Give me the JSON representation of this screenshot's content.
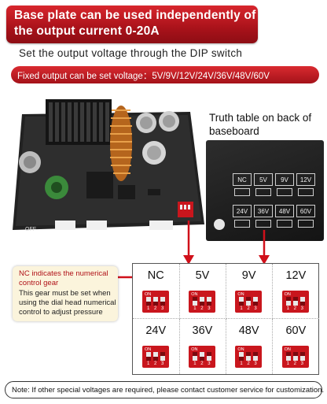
{
  "banner": {
    "line1": "Base plate can be used independently of",
    "line2": "the output current 0-20A"
  },
  "subtitle": "Set the output voltage through the DIP switch",
  "fixed_bar": "Fixed output can be set voltage：5V/9V/12V/24V/36V/48V/60V",
  "truth_title": "Truth table on back of baseboard",
  "board_labels": {
    "off": "OFF"
  },
  "mini_table": {
    "cells": [
      "NC",
      "5V",
      "9V",
      "12V",
      "24V",
      "36V",
      "48V",
      "60V"
    ]
  },
  "truth_table": {
    "cells": [
      {
        "voltage": "NC",
        "switch_on": [
          false,
          false,
          false
        ]
      },
      {
        "voltage": "5V",
        "switch_on": [
          true,
          false,
          false
        ]
      },
      {
        "voltage": "9V",
        "switch_on": [
          false,
          true,
          false
        ]
      },
      {
        "voltage": "12V",
        "switch_on": [
          true,
          true,
          false
        ]
      },
      {
        "voltage": "24V",
        "switch_on": [
          false,
          false,
          true
        ]
      },
      {
        "voltage": "36V",
        "switch_on": [
          true,
          false,
          true
        ]
      },
      {
        "voltage": "48V",
        "switch_on": [
          false,
          true,
          true
        ]
      },
      {
        "voltage": "60V",
        "switch_on": [
          true,
          true,
          true
        ]
      }
    ],
    "on_label": "ON",
    "numbers": [
      "1",
      "2",
      "3"
    ]
  },
  "callout": {
    "line1": "NC indicates the numerical",
    "line2": "control gear",
    "line3": "This gear must be set when",
    "line4": "using the dial head numerical",
    "line5": "control to adjust pressure"
  },
  "note": "Note: If other special voltages are required, please contact customer service for customization.",
  "colors": {
    "accent_red": "#c9161d",
    "callout_bg": "#fbf4dc"
  }
}
